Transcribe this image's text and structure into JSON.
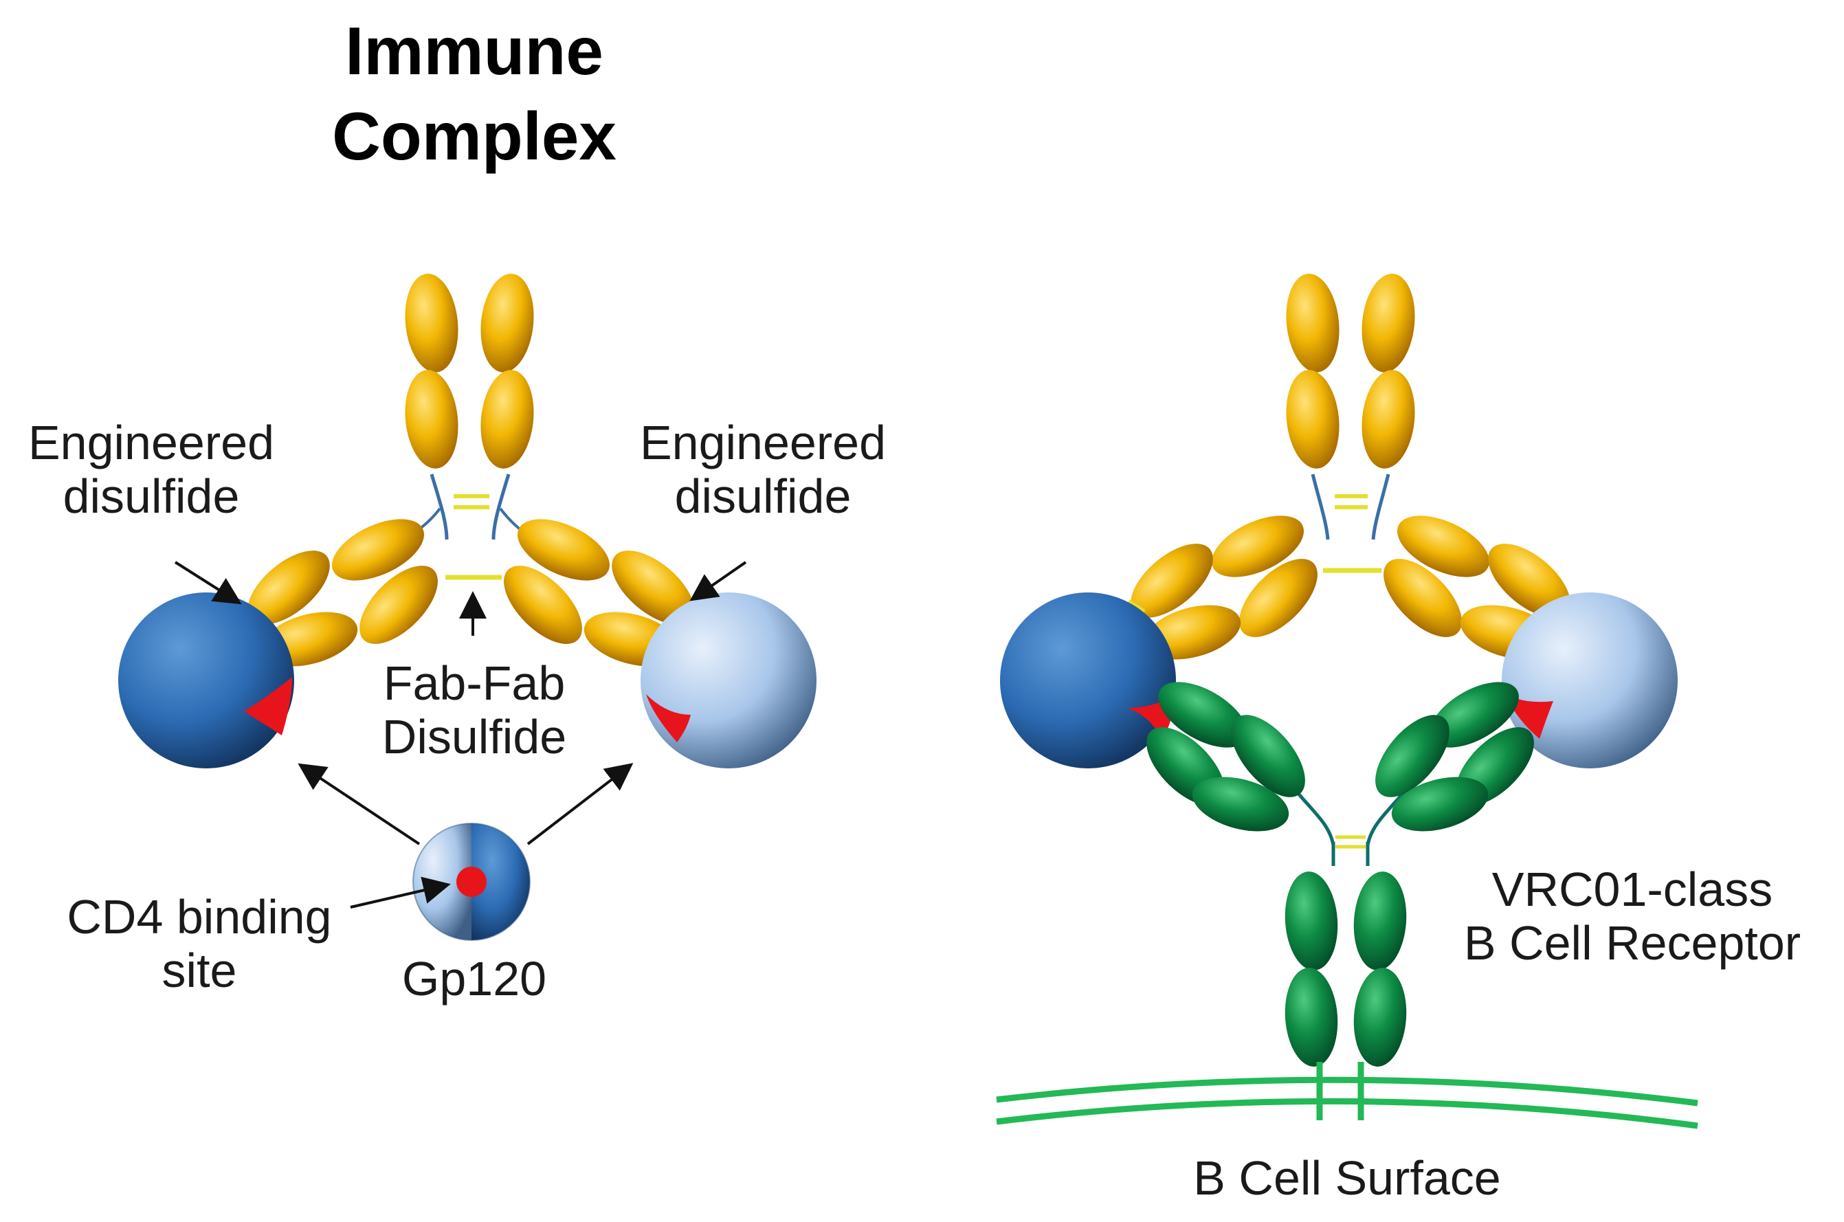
{
  "title_line1": "Immune",
  "title_line2": "Complex",
  "labels": {
    "engineered_left_line1": "Engineered",
    "engineered_left_line2": "disulfide",
    "engineered_right_line1": "Engineered",
    "engineered_right_line2": "disulfide",
    "fab_line1": "Fab-Fab",
    "fab_line2": "Disulfide",
    "cd4_line1": "CD4 binding",
    "cd4_line2": "site",
    "gp120": "Gp120",
    "vrc01_line1": "VRC01-class",
    "vrc01_line2": "B Cell Receptor",
    "b_cell_surface": "B Cell Surface"
  },
  "colors": {
    "domain_gold": "#F2B705",
    "domain_green": "#0E8C45",
    "gp120_dark": "#2C6BB4",
    "gp120_light": "#A8C6EA",
    "binding_site": "#E8141B",
    "disulfide": "#E2E030",
    "membrane": "#22B956",
    "arrow": "#111111"
  },
  "icons": {
    "antibody": "y-shaped-antibody-icon",
    "gp120": "sphere-icon",
    "membrane": "membrane-icon"
  }
}
